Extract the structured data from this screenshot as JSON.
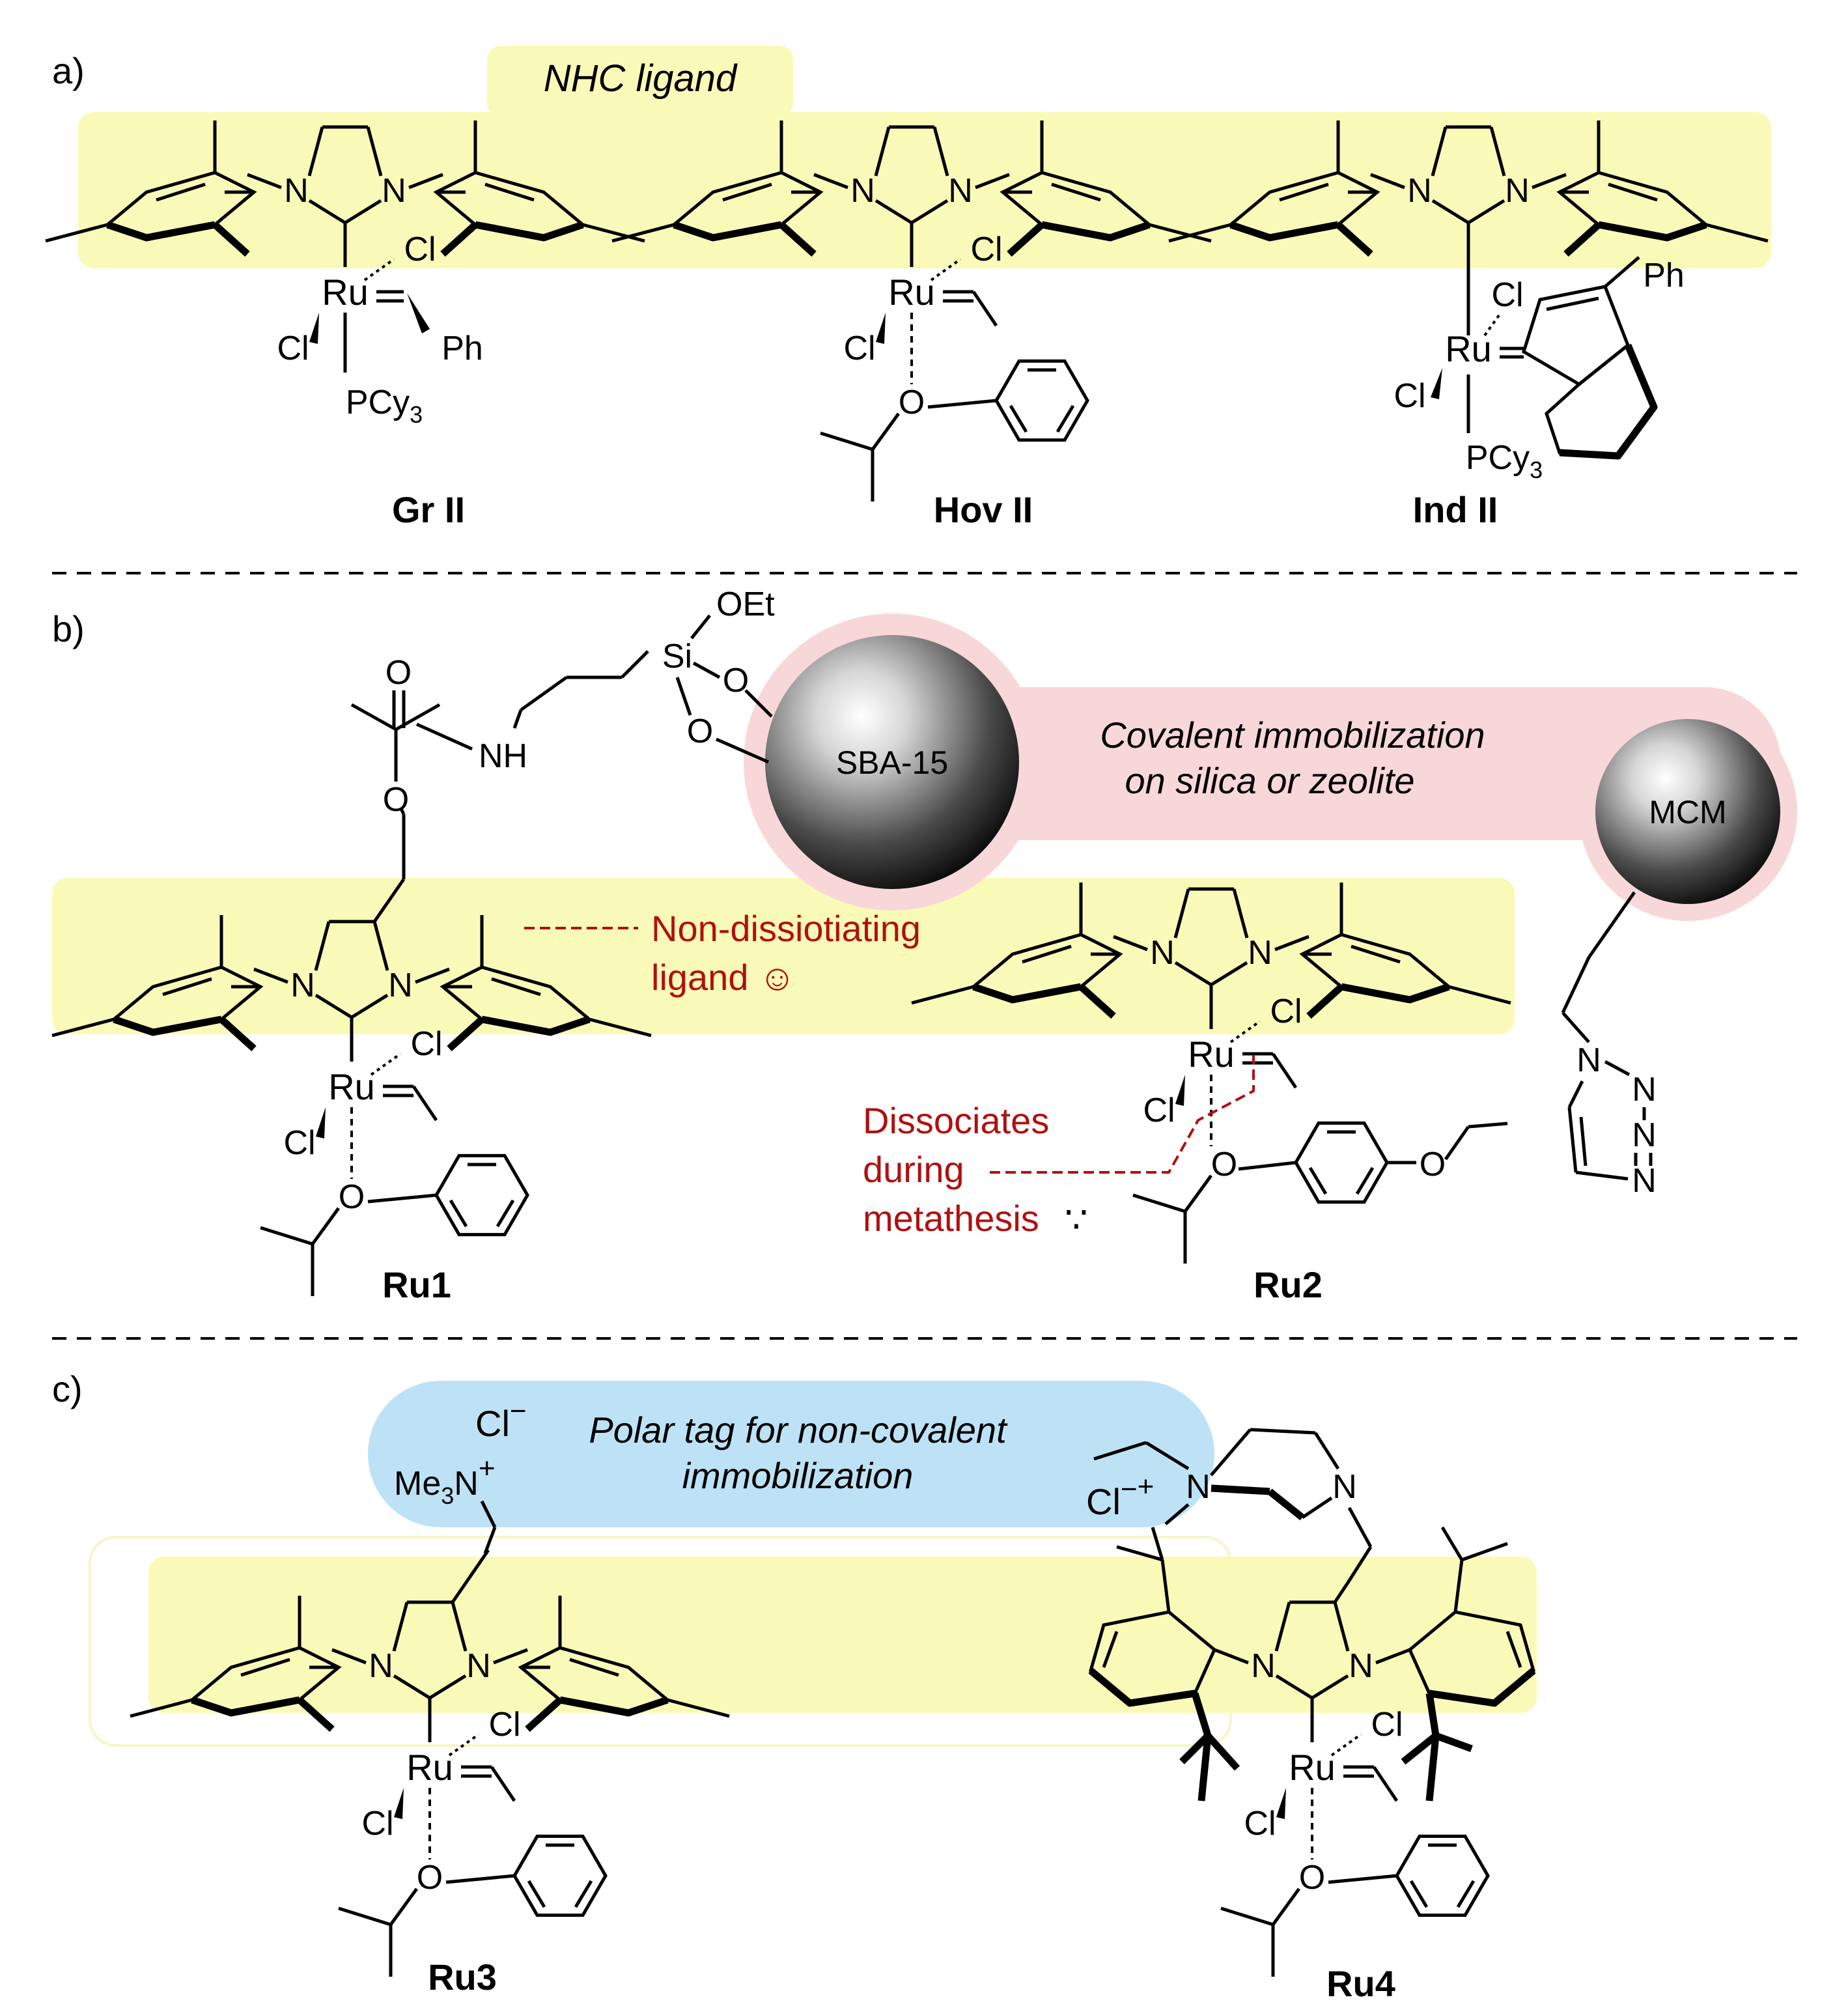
{
  "panels": {
    "a": {
      "letter": "a)"
    },
    "b": {
      "letter": "b)"
    },
    "c": {
      "letter": "c)"
    }
  },
  "annotations": {
    "nhc_ligand": "NHC ligand",
    "covalent_line1": "Covalent immobilization",
    "covalent_line2": "on silica or zeolite",
    "non_dissociating_line1": "Non-dissiotiating",
    "non_dissociating_line2": "ligand ☺",
    "dissociates_line1": "Dissociates",
    "dissociates_line2": "during",
    "dissociates_line3": "metathesis",
    "sad_face": "∵",
    "polar_line1": "Polar tag for non-covalent",
    "polar_line2": "immobilization"
  },
  "supports": {
    "sba": "SBA-15",
    "mcm": "MCM"
  },
  "compounds": {
    "gr2": "Gr II",
    "hov2": "Hov II",
    "ind2": "Ind II",
    "ru1": "Ru1",
    "ru2": "Ru2",
    "ru3": "Ru3",
    "ru4": "Ru4"
  },
  "atoms": {
    "N": "N",
    "Ru": "Ru",
    "Cl": "Cl",
    "Ph": "Ph",
    "O": "O",
    "NH": "NH",
    "Si": "Si",
    "OEt": "OEt",
    "PCy": "PCy",
    "sub3": "3",
    "Me": "Me",
    "plus": "+",
    "minus": "−"
  },
  "colors": {
    "yellow": "#fafab8",
    "pink": "#f8d7d9",
    "blue": "#bde2f6",
    "annotation_red": "#b01010",
    "line": "#000000"
  },
  "layout_style": {
    "separator": "dashed"
  }
}
